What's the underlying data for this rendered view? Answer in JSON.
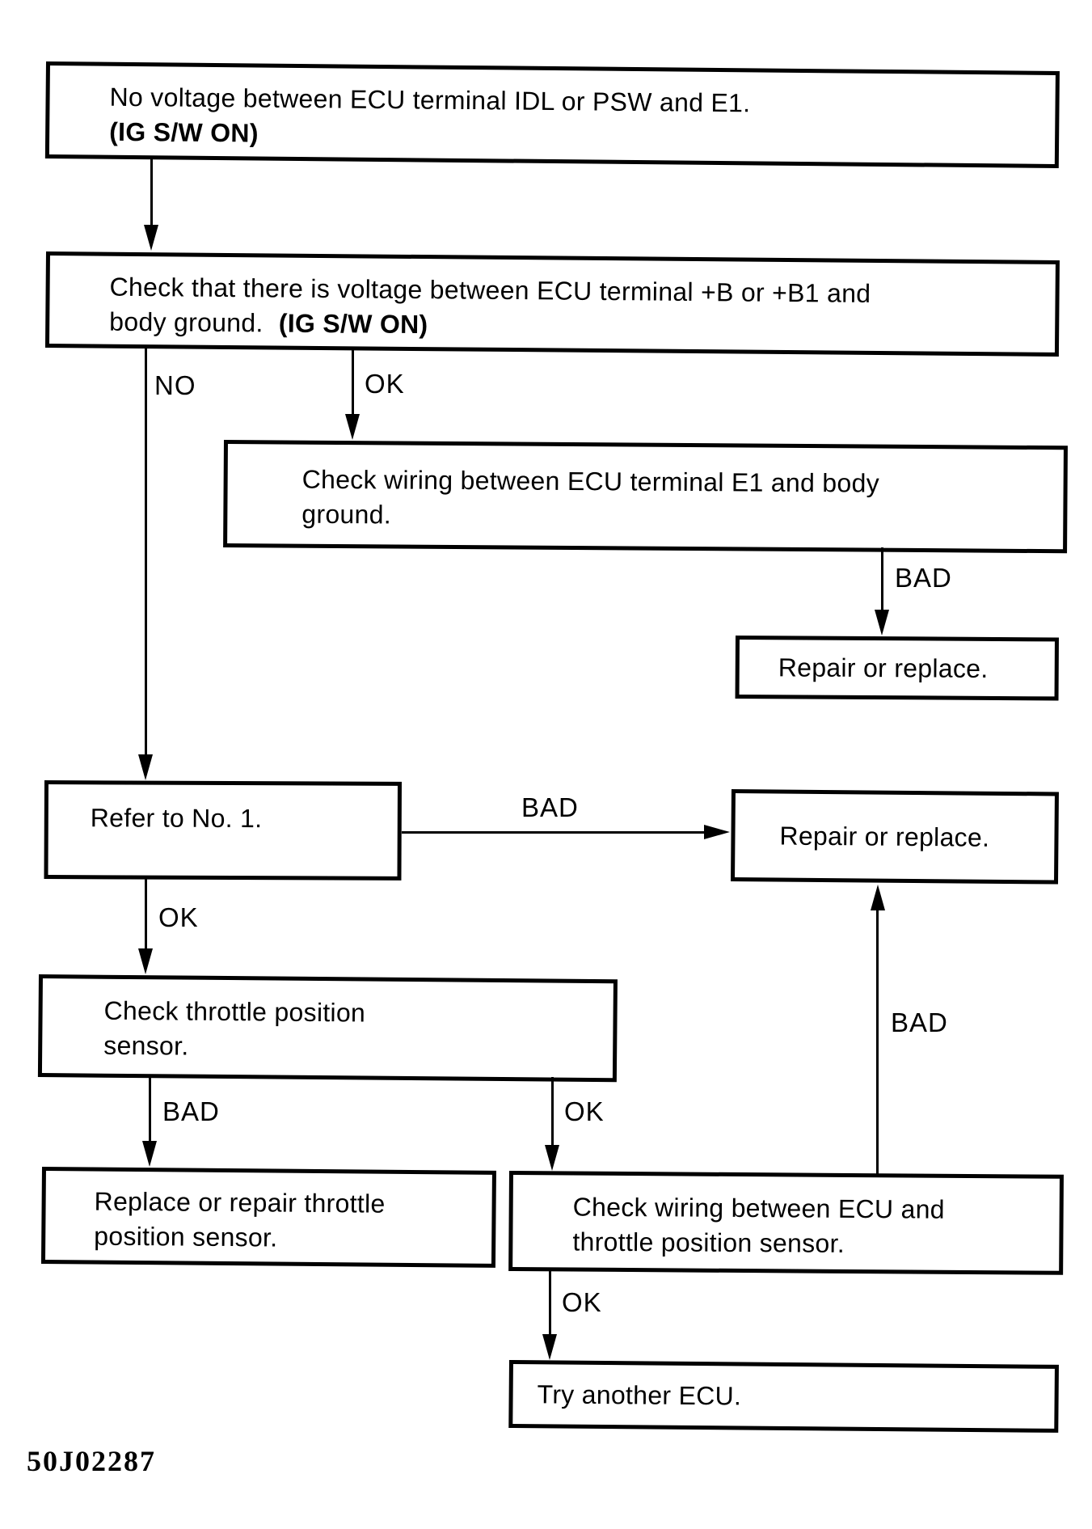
{
  "figure_code": "50J02287",
  "colors": {
    "ink": "#000000",
    "paper": "#ffffff"
  },
  "labels": {
    "no": "NO",
    "ok": "OK",
    "bad": "BAD"
  },
  "nodes": {
    "no_voltage": {
      "line1": "No voltage between ECU terminal IDL or PSW and E1.",
      "line2_bold": "(IG S/W ON)"
    },
    "check_voltage": {
      "line1": "Check that there is voltage between ECU terminal +B or +B1 and",
      "line2": "body ground.",
      "line2_bold": "(IG S/W ON)"
    },
    "check_wiring_e1": {
      "line1": "Check wiring between ECU terminal E1 and body",
      "line2": "ground."
    },
    "repair_replace_top": {
      "line1": "Repair or replace."
    },
    "refer_no1": {
      "line1": "Refer to No. 1."
    },
    "repair_replace_right": {
      "line1": "Repair or replace."
    },
    "check_tps": {
      "line1": "Check throttle position",
      "line2": "sensor."
    },
    "replace_tps": {
      "line1": "Replace or repair throttle",
      "line2": "position sensor."
    },
    "check_wiring_tps": {
      "line1": "Check wiring between ECU and",
      "line2": "throttle position sensor."
    },
    "try_ecu": {
      "line1": "Try another ECU."
    }
  }
}
